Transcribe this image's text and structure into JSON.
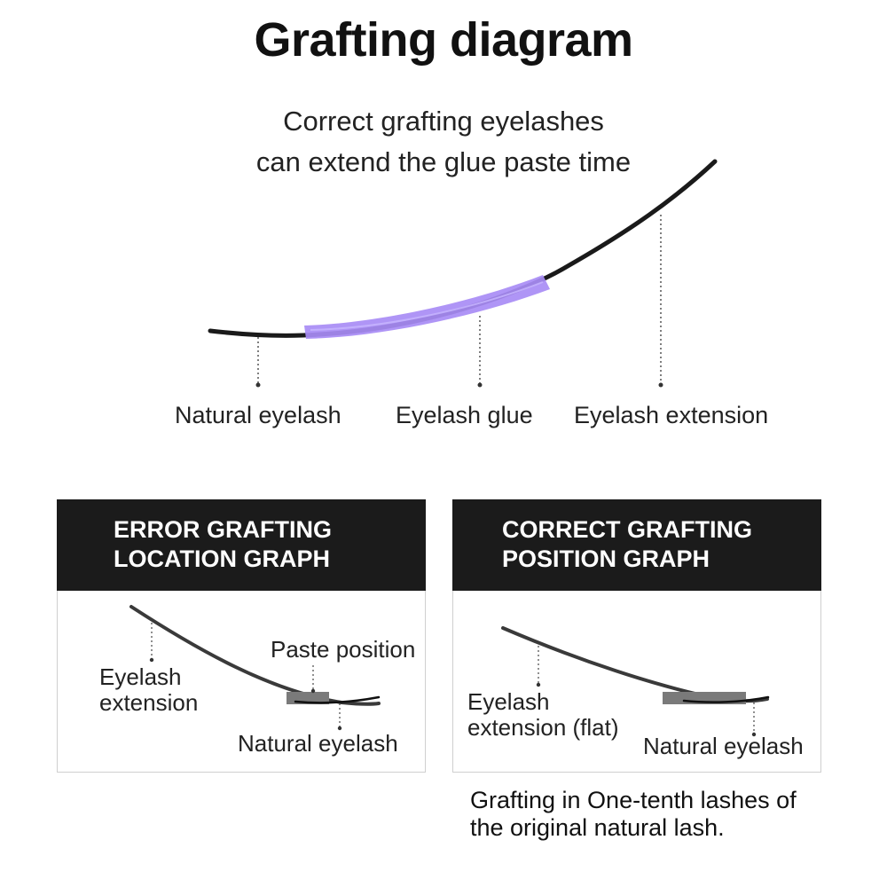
{
  "title": "Grafting diagram",
  "subtitle_lines": [
    "Correct grafting eyelashes",
    "can extend the glue paste time"
  ],
  "main_labels": {
    "natural_eyelash": "Natural eyelash",
    "eyelash_glue": "Eyelash glue",
    "eyelash_extension": "Eyelash extension"
  },
  "colors": {
    "glue": "#a88cf5",
    "header_bg": "#1b1b1b",
    "paste_block": "#7a7a7a"
  },
  "error_panel": {
    "title": "ERROR GRAFTING\nLOCATION GRAPH",
    "paste_position": "Paste position",
    "eyelash_extension": "Eyelash\nextension",
    "natural_eyelash": "Natural eyelash"
  },
  "correct_panel": {
    "title": "CORRECT GRAFTING\nPOSITION GRAPH",
    "eyelash_extension": "Eyelash\nextension (flat)",
    "natural_eyelash": "Natural eyelash"
  },
  "note": "Grafting in One-tenth lashes of\nthe original natural lash."
}
